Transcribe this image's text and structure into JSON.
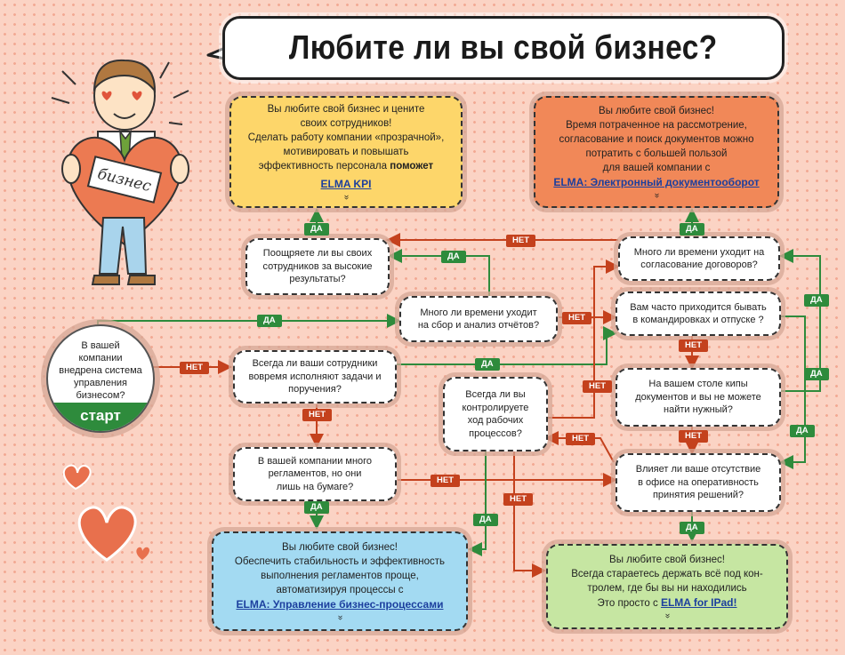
{
  "title": "Любите ли вы свой бизнес?",
  "character": {
    "sign": "бизнес"
  },
  "start": {
    "lines": [
      "В вашей",
      "компании",
      "внедрена система",
      "управления",
      "бизнесом?"
    ],
    "button": "старт"
  },
  "questions": {
    "q_reward": [
      "Поощряете ли вы своих",
      "сотрудников за высокие",
      "результаты?"
    ],
    "q_reports": [
      "Много ли времени уходит",
      "на сбор и анализ отчётов?"
    ],
    "q_ontime": [
      "Всегда ли ваши сотрудники",
      "вовремя исполняют задачи и",
      "поручения?"
    ],
    "q_regulations": [
      "В вашей компании много",
      "регламентов, но они",
      "лишь на бумаге?"
    ],
    "q_control": [
      "Всегда ли вы",
      "контролируете",
      "ход рабочих",
      "процессов?"
    ],
    "q_contracts": [
      "Много ли времени уходит на",
      "согласование договоров?"
    ],
    "q_trips": [
      "Вам часто приходится бывать",
      "в командировках и отпуске ?"
    ],
    "q_docs": [
      "На вашем столе кипы",
      "документов и вы не можете",
      "найти нужный?"
    ],
    "q_absence": [
      "Влияет ли ваше отсутствие",
      "в офисе на оперативность",
      "принятия решений?"
    ]
  },
  "results": {
    "kpi": {
      "lines": [
        "Вы любите свой бизнес и цените",
        "своих сотрудников!",
        "Сделать работу компании «прозрачной»,",
        "мотивировать и повышать"
      ],
      "last_line": "эффективность персонала",
      "last_bold": "поможет",
      "link": "ELMA KPI"
    },
    "ecm": {
      "lines": [
        "Вы любите свой бизнес!",
        "Время потраченное на рассмотрение,",
        "согласование и поиск документов можно",
        "потратить  с большей пользой",
        "для вашей компании с"
      ],
      "link": "ELMA: Электронный документооборот"
    },
    "bpm": {
      "lines": [
        "Вы любите свой бизнес!",
        "Обеспечить стабильность и эффективность",
        "выполнения регламентов проще,",
        "автоматизируя процессы с"
      ],
      "link": "ELMA: Управление бизнес-процессами"
    },
    "ipad": {
      "lines": [
        "Вы любите свой бизнес!",
        "Всегда стараетесь держать всё под кон-",
        "тролем, где бы вы ни находились"
      ],
      "last_line": "Это просто с ",
      "link": "ELMA for IPad!"
    }
  },
  "chevron": "»",
  "labels": {
    "yes": "ДА",
    "no": "НЕТ"
  },
  "colors": {
    "yes": "#2e8b3c",
    "no": "#c4411d",
    "kpi": "#fdd66a",
    "ecm": "#f18858",
    "bpm": "#a3daf2",
    "ipad": "#c6e6a2"
  }
}
